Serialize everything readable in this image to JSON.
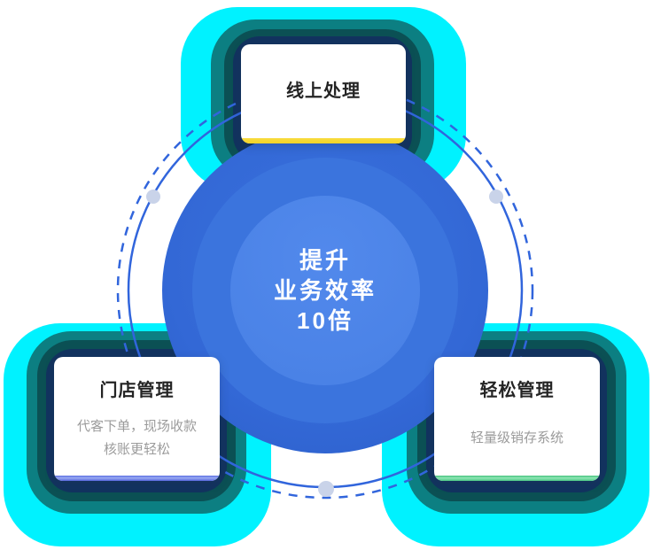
{
  "theme": {
    "glow_cyan": "#00F2FF",
    "glow_teal": "#0C7F82",
    "glow_dark_teal": "#0B5054",
    "glow_navy": "#12335F",
    "orbit_line": "#3165DC",
    "orbit_dot": "#C9D3E9",
    "circle_base": "#3368D6",
    "circle_edge": "#2C5FCA",
    "circle_mid": "#3A72DC",
    "circle_mid2": "#3B74DD",
    "circle_inner": "#4A82E6",
    "circle_inner_hi": "#5289EC",
    "center_text": "#FFFFFF",
    "card_bg": "#FFFFFF",
    "title_color": "#242424",
    "subtitle_color": "#9B9B9B",
    "accent_yellow": "#F5D326",
    "accent_blue": "#5566DC",
    "accent_green": "#4BC884"
  },
  "center_circle": {
    "lines": [
      "提升",
      "业务效率",
      "10倍"
    ]
  },
  "cards": {
    "top": {
      "title": "线上处理",
      "subtitle_lines": []
    },
    "left": {
      "title": "门店管理",
      "subtitle_lines": [
        "代客下单，现场收款",
        "核账更轻松"
      ]
    },
    "right": {
      "title": "轻松管理",
      "subtitle_lines": [
        "轻量级销存系统"
      ]
    }
  }
}
